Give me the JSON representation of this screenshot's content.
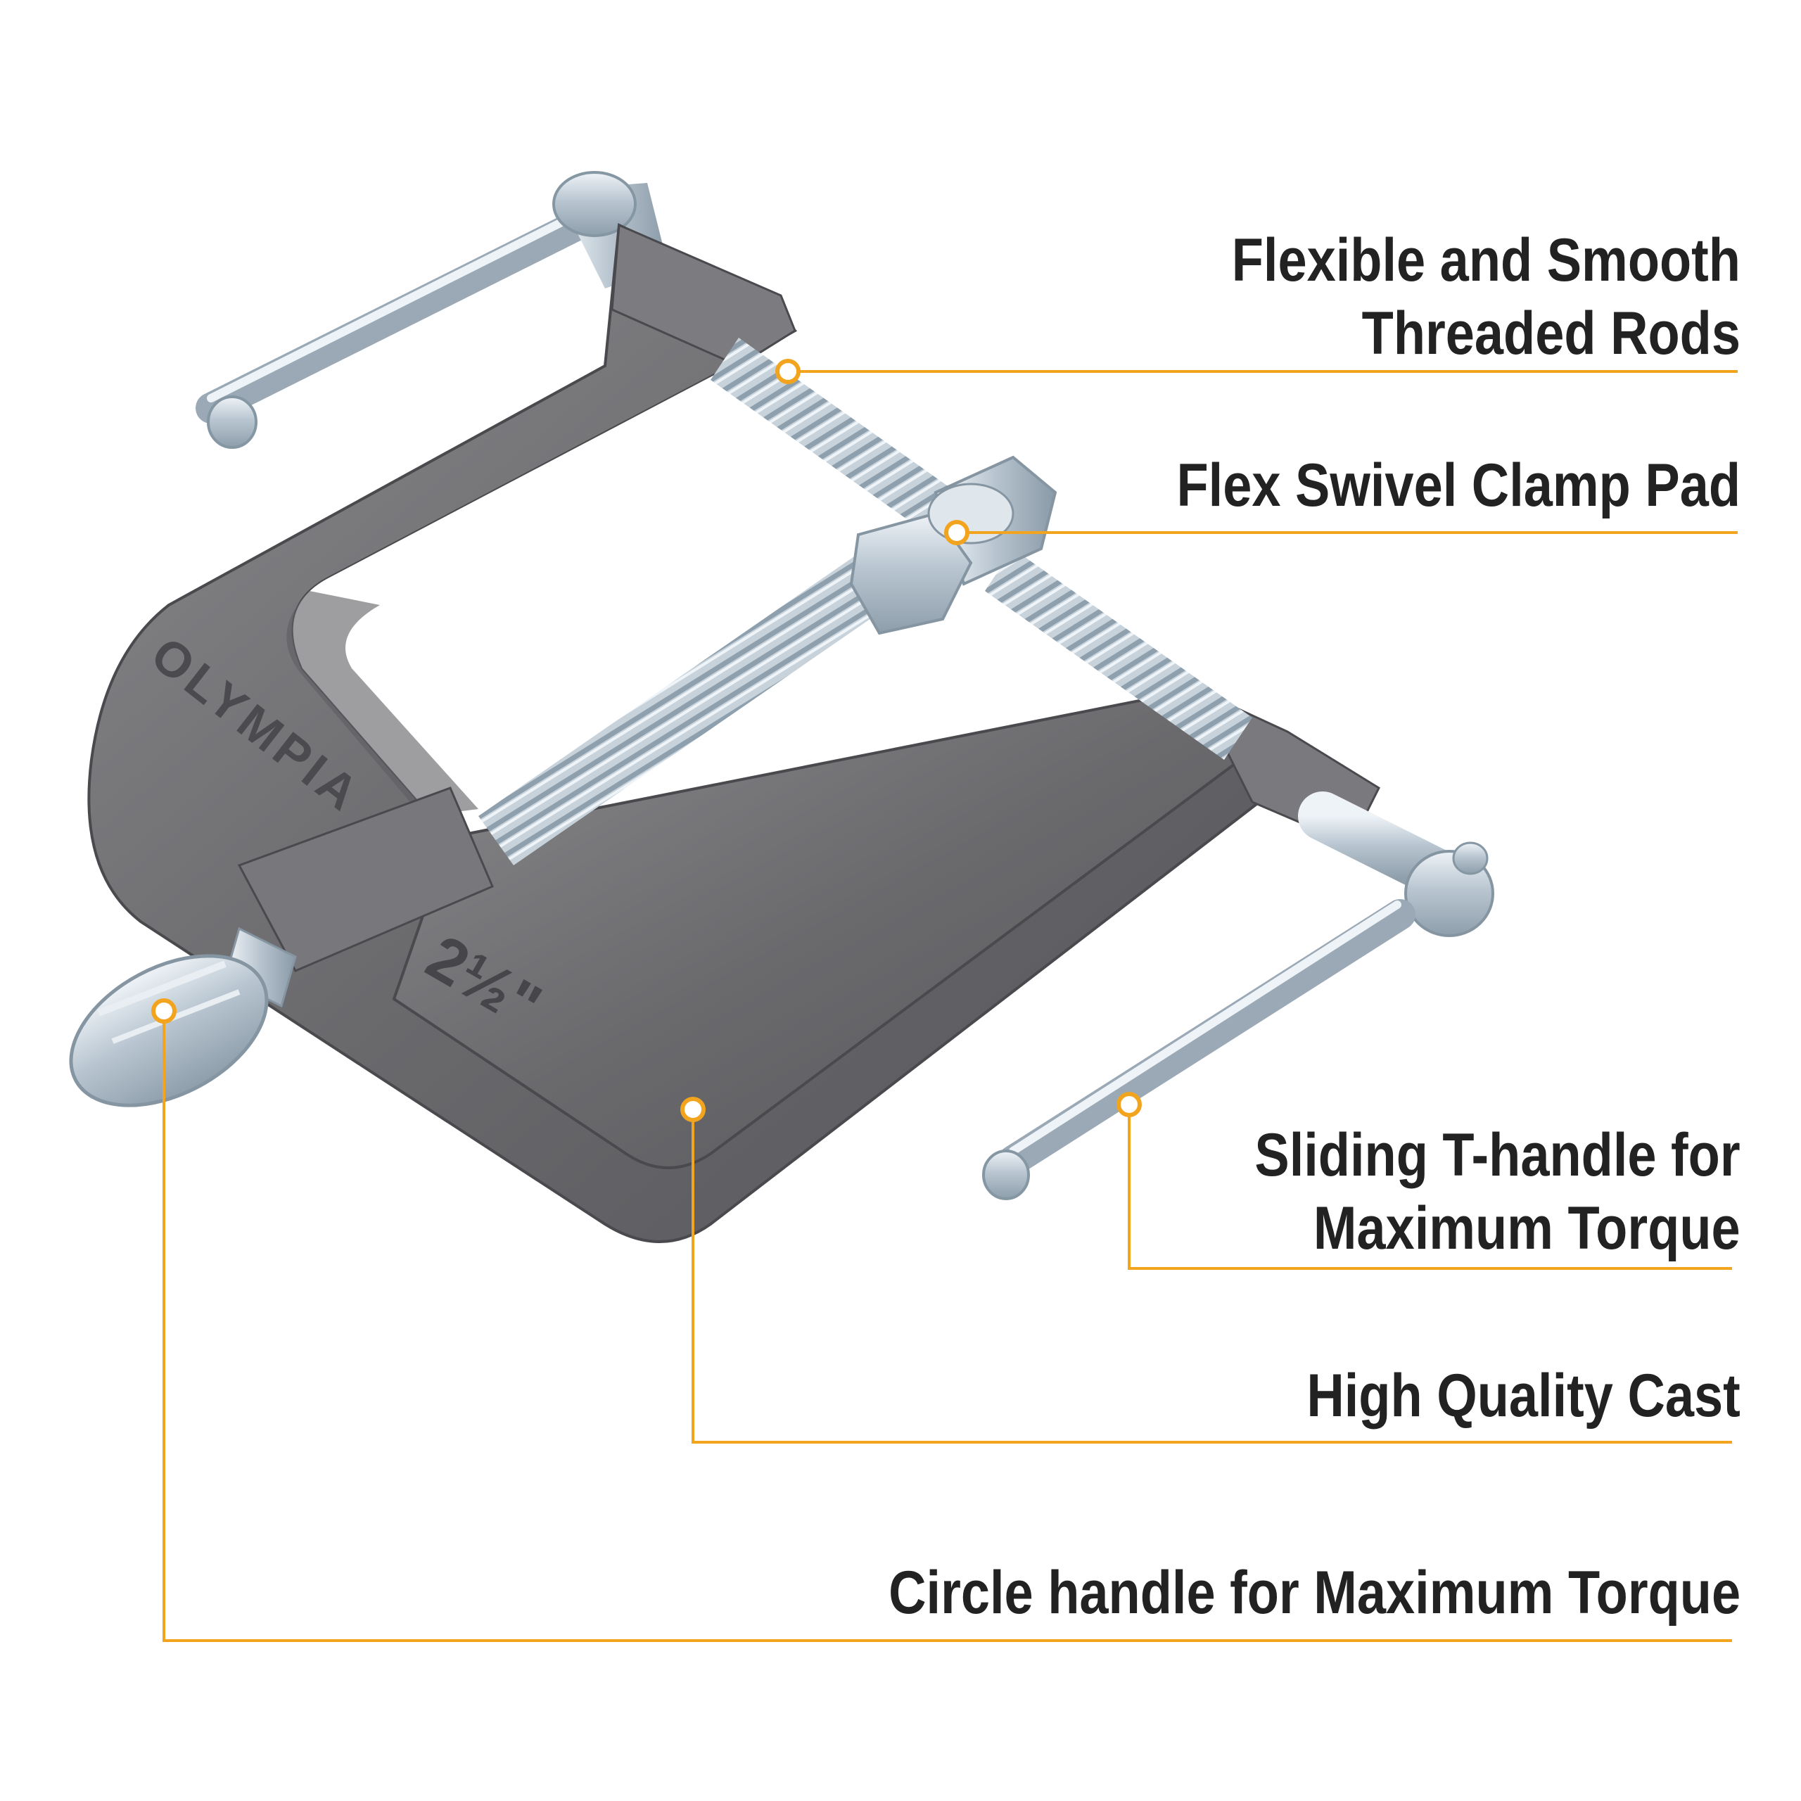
{
  "colors": {
    "accent": "#F2A41F",
    "text": "#222222",
    "frame": "#6E6E70",
    "zinc": "#C9D3DB",
    "background": "#FFFFFF"
  },
  "callouts": [
    {
      "id": "threaded-rods",
      "lines": [
        "Flexible and Smooth",
        "Threaded Rods"
      ]
    },
    {
      "id": "swivel-pad",
      "lines": [
        "Flex Swivel Clamp Pad"
      ]
    },
    {
      "id": "t-handle",
      "lines": [
        "Sliding T-handle for",
        "Maximum Torque"
      ]
    },
    {
      "id": "cast",
      "lines": [
        "High Quality Cast"
      ]
    },
    {
      "id": "circle-handle",
      "lines": [
        "Circle handle for Maximum Torque"
      ]
    }
  ],
  "product": {
    "brand_mark": "OLYMPIA",
    "size_mark": "2½\""
  }
}
